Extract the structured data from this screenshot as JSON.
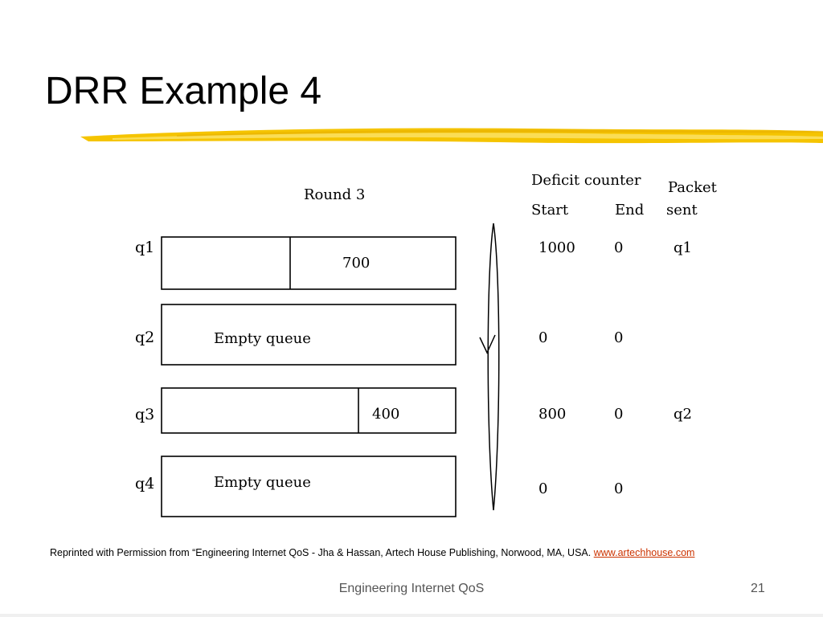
{
  "slide": {
    "title": "DRR Example 4",
    "footer_text": "Engineering Internet QoS",
    "page_number": "21",
    "accent_color": "#F5C400"
  },
  "diagram": {
    "round_label": "Round 3",
    "headers": {
      "deficit_counter": "Deficit counter",
      "start": "Start",
      "end": "End",
      "packet_sent_line1": "Packet",
      "packet_sent_line2": "sent"
    },
    "queues": [
      {
        "label": "q1",
        "content": "700",
        "empty": false,
        "deficit_start": "1000",
        "deficit_end": "0",
        "packet_sent": "q1"
      },
      {
        "label": "q2",
        "content": "Empty queue",
        "empty": true,
        "deficit_start": "0",
        "deficit_end": "0",
        "packet_sent": ""
      },
      {
        "label": "q3",
        "content": "400",
        "empty": false,
        "deficit_start": "800",
        "deficit_end": "0",
        "packet_sent": "q2"
      },
      {
        "label": "q4",
        "content": "Empty queue",
        "empty": true,
        "deficit_start": "0",
        "deficit_end": "0",
        "packet_sent": ""
      }
    ]
  },
  "credit": {
    "text": "Reprinted with Permission from “Engineering Internet QoS - Jha & Hassan, Artech House Publishing, Norwood, MA, USA.",
    "link_text": "www.artechhouse.com"
  }
}
